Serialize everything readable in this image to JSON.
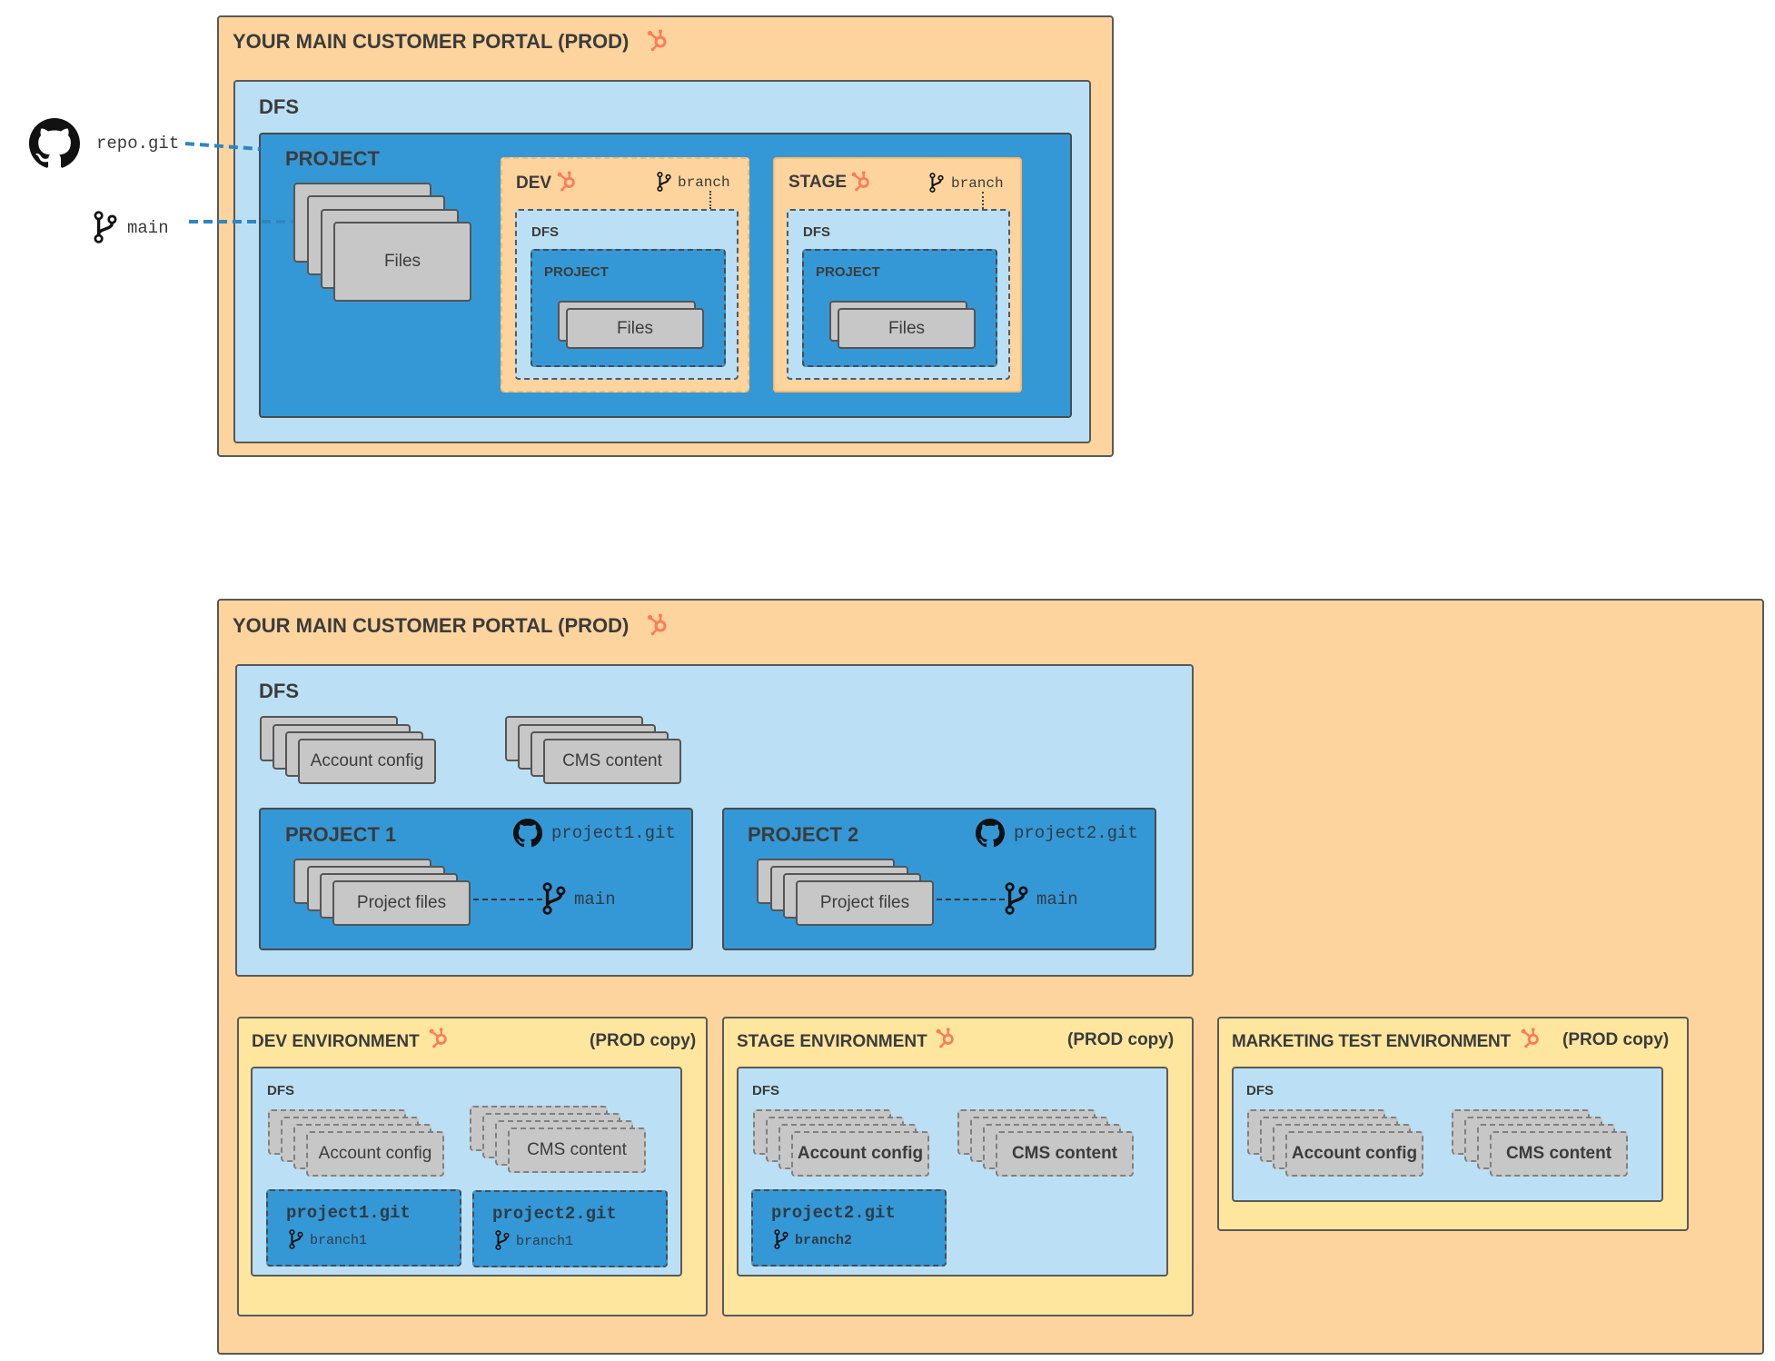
{
  "colors": {
    "portal_bg": "#fed49e",
    "dfs_bg": "#bbe0f5",
    "project_bg": "#3598d6",
    "environment_bg": "#ffe69f",
    "file_card_bg": "#c7c7c7",
    "hubspot_orange": "#ff7a59",
    "connector_blue": "#2e86c1"
  },
  "top_diagram": {
    "external": {
      "repo_label": "repo.git",
      "branch_label": "main"
    },
    "portal_title": "YOUR MAIN CUSTOMER PORTAL (PROD)",
    "dfs_label": "DFS",
    "project_label": "PROJECT",
    "files_label": "Files",
    "sandboxes": [
      {
        "title": "DEV",
        "branch_label": "branch",
        "dfs_label": "DFS",
        "project_label": "PROJECT",
        "files_label": "Files"
      },
      {
        "title": "STAGE",
        "branch_label": "branch",
        "dfs_label": "DFS",
        "project_label": "PROJECT",
        "files_label": "Files"
      }
    ]
  },
  "bottom_diagram": {
    "portal_title": "YOUR MAIN CUSTOMER PORTAL (PROD)",
    "dfs_label": "DFS",
    "assets": [
      "Account config",
      "CMS content"
    ],
    "projects": [
      {
        "title": "PROJECT 1",
        "repo": "project1.git",
        "files_label": "Project files",
        "branch": "main"
      },
      {
        "title": "PROJECT 2",
        "repo": "project2.git",
        "files_label": "Project files",
        "branch": "main"
      }
    ],
    "environments": [
      {
        "title": "DEV ENVIRONMENT",
        "note": "(PROD copy)",
        "dfs_label": "DFS",
        "assets": [
          "Account config",
          "CMS content"
        ],
        "repos": [
          {
            "repo": "project1.git",
            "branch": "branch1"
          },
          {
            "repo": "project2.git",
            "branch": "branch1"
          }
        ]
      },
      {
        "title": "STAGE ENVIRONMENT",
        "note": "(PROD copy)",
        "dfs_label": "DFS",
        "assets": [
          "Account config",
          "CMS content"
        ],
        "repos": [
          {
            "repo": "project2.git",
            "branch": "branch2"
          }
        ]
      },
      {
        "title": "MARKETING TEST ENVIRONMENT",
        "note": "(PROD copy)",
        "dfs_label": "DFS",
        "assets": [
          "Account config",
          "CMS content"
        ],
        "repos": []
      }
    ]
  }
}
